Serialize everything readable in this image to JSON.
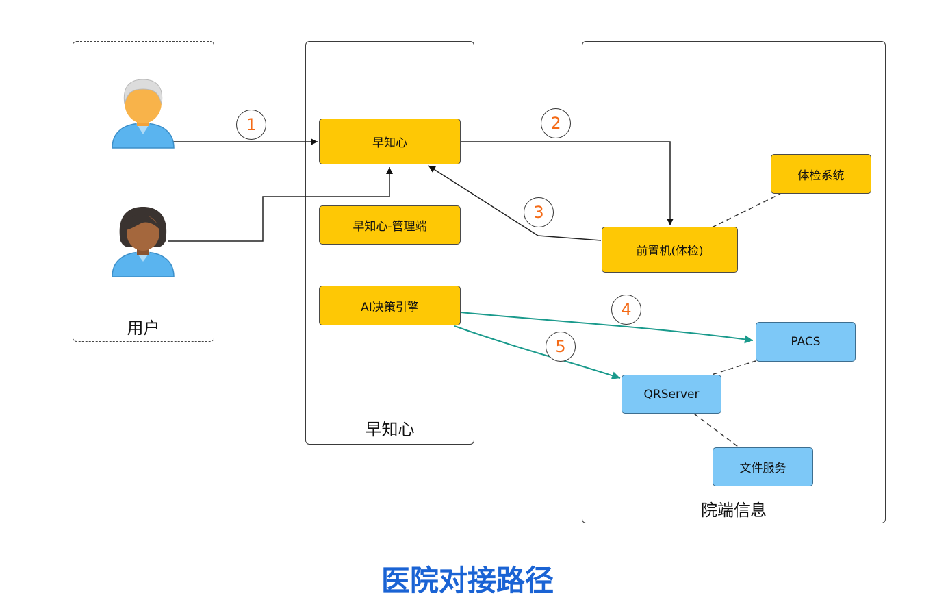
{
  "groups": {
    "users": "用户",
    "zaozhixin": "早知心",
    "hospital": "院端信息"
  },
  "nodes": {
    "zaozhixin": "早知心",
    "admin": "早知心-管理端",
    "ai_engine": "AI决策引擎",
    "frontend": "前置机(体检)",
    "checkup_system": "体检系统",
    "pacs": "PACS",
    "qrserver": "QRServer",
    "file_service": "文件服务"
  },
  "steps": [
    "1",
    "2",
    "3",
    "4",
    "5"
  ],
  "title": "医院对接路径",
  "colors": {
    "yellow_node": "#fec805",
    "blue_node": "#7dc8f7",
    "step_number": "#f46a16",
    "teal_arrow": "#1a9a8c",
    "title": "#1a63d4"
  }
}
